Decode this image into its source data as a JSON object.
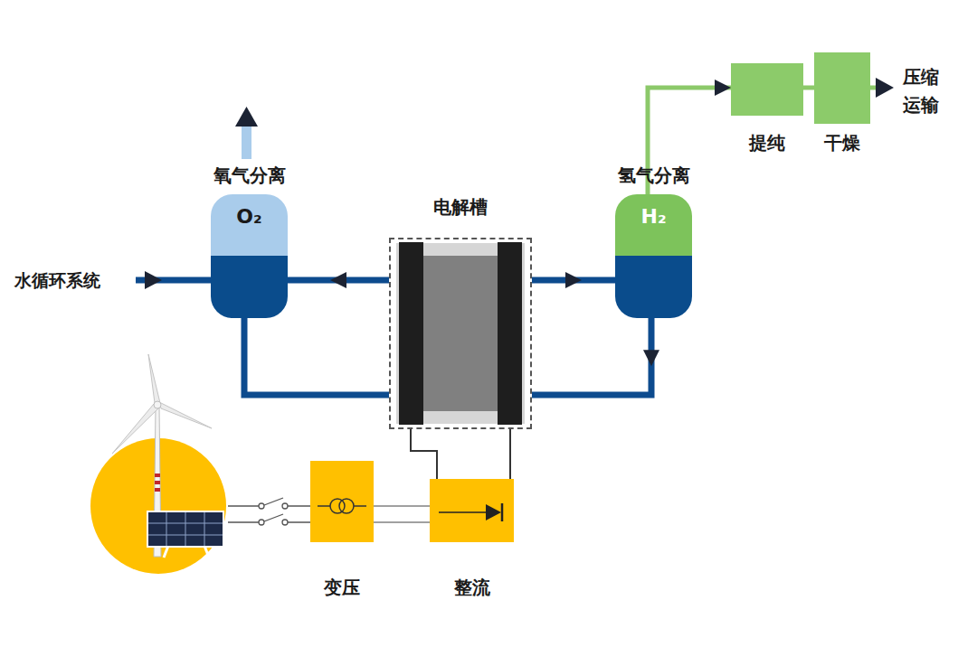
{
  "diagram": {
    "nodes": [
      {
        "text": [
          "氧气分离",
          "O₂"
        ]
      },
      {
        "text": [
          "电解槽"
        ]
      },
      {
        "text": [
          "氢气分离",
          "H₂"
        ]
      },
      {
        "text": [
          "提纯"
        ]
      },
      {
        "text": [
          "干燥"
        ]
      },
      {
        "text": [
          "变压"
        ]
      },
      {
        "text": [
          "整流"
        ]
      }
    ],
    "edges": [
      {
        "from": 1,
        "to": 0,
        "arrow": "to"
      },
      {
        "from": 1,
        "to": 2,
        "arrow": "to"
      },
      {
        "from": 2,
        "to": 1,
        "arrow": "to"
      },
      {
        "from": 0,
        "to": 1,
        "arrow": "none"
      },
      {
        "from": 2,
        "to": 3,
        "arrow": "to"
      },
      {
        "from": 3,
        "to": 4,
        "arrow": "none"
      },
      {
        "from": 5,
        "to": 6,
        "arrow": "none"
      },
      {
        "from": 6,
        "to": 1,
        "arrow": "none"
      }
    ],
    "labels": [
      "水循环系统",
      "压缩 运输"
    ]
  }
}
